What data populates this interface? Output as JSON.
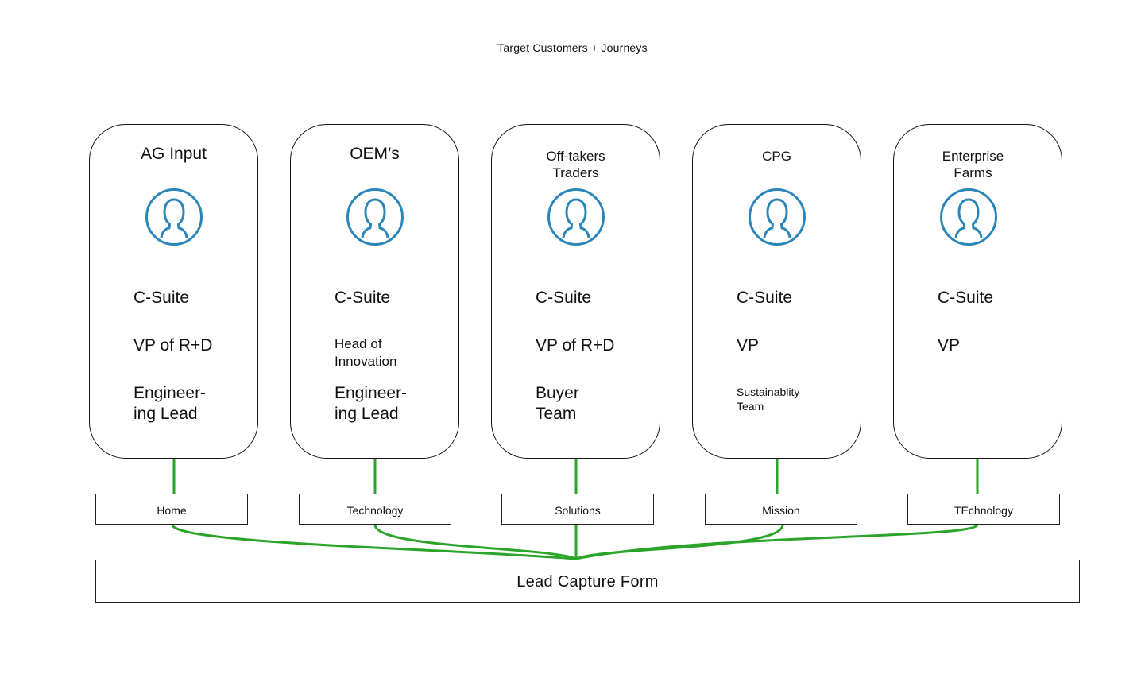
{
  "title": "Target Customers + Journeys",
  "colors": {
    "connector": "#2aa52a",
    "avatar": "#2b86b8",
    "border": "#111111"
  },
  "personas": [
    {
      "name": "AG Input",
      "icon": "user-avatar-icon",
      "roles": [
        "C-Suite",
        "VP of R+D",
        "Engineer-\ning Lead"
      ],
      "entry_page": "Home"
    },
    {
      "name": "OEM’s",
      "icon": "user-avatar-icon",
      "roles": [
        "C-Suite",
        "Head of\nInnovation",
        "Engineer-\ning Lead"
      ],
      "entry_page": "Technology"
    },
    {
      "name": "Off-takers\nTraders",
      "icon": "user-avatar-icon",
      "roles": [
        "C-Suite",
        "VP of R+D",
        "Buyer\nTeam"
      ],
      "entry_page": "Solutions"
    },
    {
      "name": "CPG",
      "icon": "user-avatar-icon",
      "roles": [
        "C-Suite",
        "VP",
        "Sustainablity\nTeam"
      ],
      "entry_page": "Mission"
    },
    {
      "name": "Enterprise\nFarms",
      "icon": "user-avatar-icon",
      "roles": [
        "C-Suite",
        "VP"
      ],
      "entry_page": "TEchnology"
    }
  ],
  "destination": "Lead Capture Form"
}
